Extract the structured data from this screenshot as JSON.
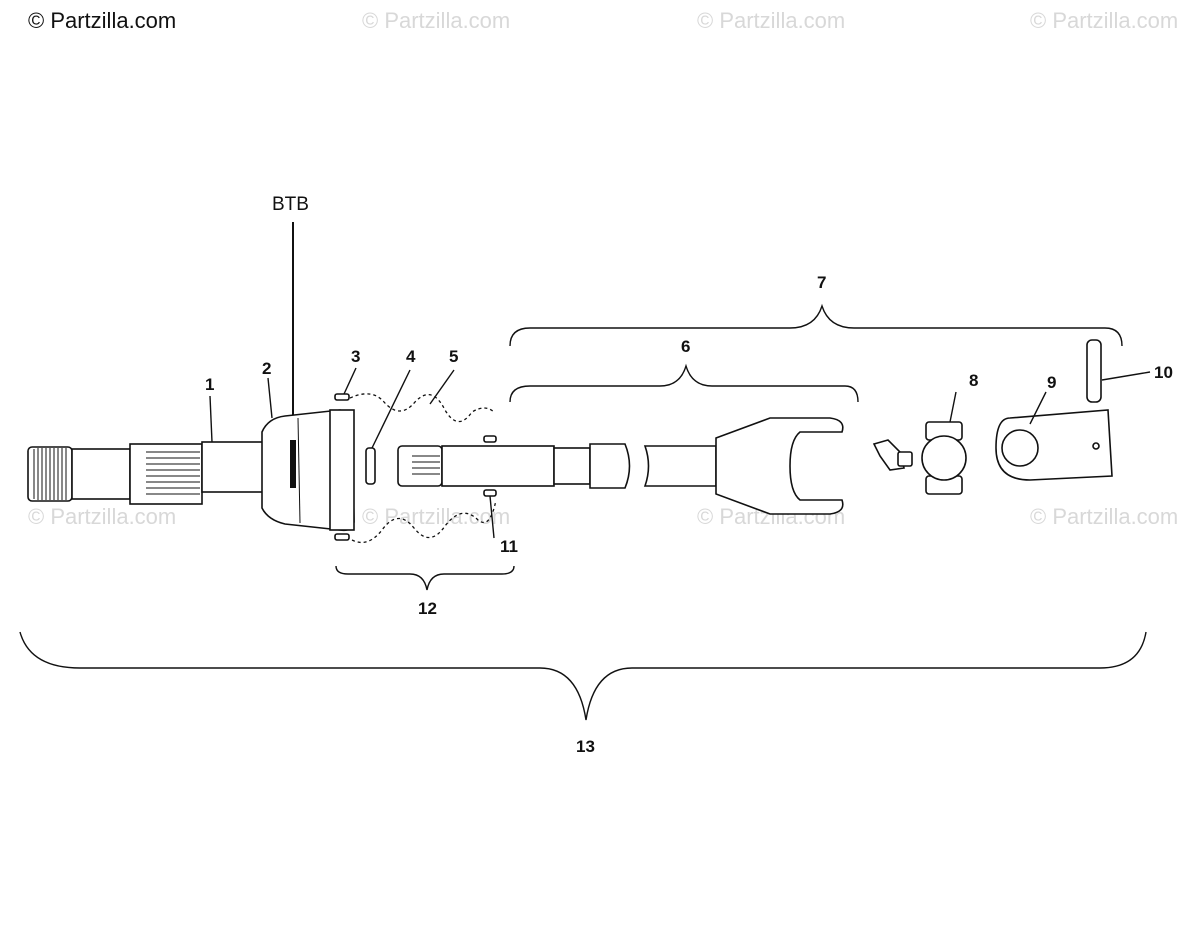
{
  "watermark": {
    "primary": "© Partzilla.com",
    "repeat": "© Partzilla.com"
  },
  "annotation": {
    "btb": "BTB"
  },
  "callouts": {
    "c1": "1",
    "c2": "2",
    "c3": "3",
    "c4": "4",
    "c5": "5",
    "c6": "6",
    "c7": "7",
    "c8": "8",
    "c9": "9",
    "c10": "10",
    "c11": "11",
    "c12": "12",
    "c13": "13"
  }
}
